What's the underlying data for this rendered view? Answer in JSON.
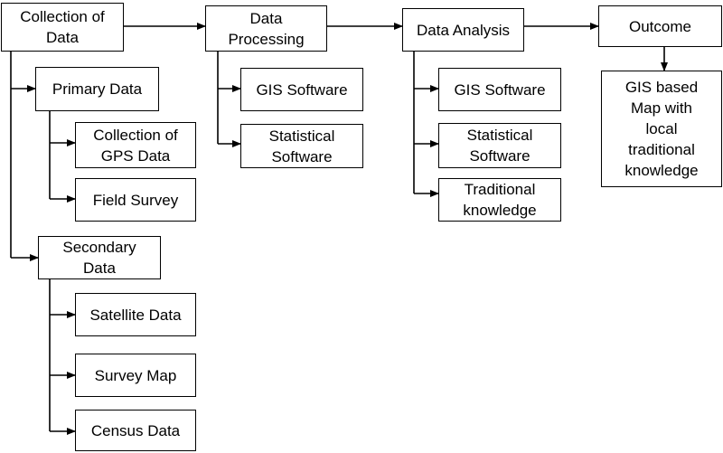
{
  "nodes": {
    "collection": "Collection of\nData",
    "primary": "Primary Data",
    "gps": "Collection of\nGPS Data",
    "field": "Field Survey",
    "secondary": "Secondary\nData",
    "satellite": "Satellite Data",
    "surveymap": "Survey Map",
    "census": "Census Data",
    "processing": "Data\nProcessing",
    "proc_gis": "GIS Software",
    "proc_stat": "Statistical\nSoftware",
    "analysis": "Data Analysis",
    "an_gis": "GIS Software",
    "an_stat": "Statistical\nSoftware",
    "an_trad": "Traditional\nknowledge",
    "outcome": "Outcome",
    "result": "GIS based\nMap with\nlocal\ntraditional\nknowledge"
  },
  "edges": [
    [
      "collection",
      "processing"
    ],
    [
      "processing",
      "analysis"
    ],
    [
      "analysis",
      "outcome"
    ],
    [
      "outcome",
      "result"
    ],
    [
      "collection",
      "primary"
    ],
    [
      "collection",
      "secondary"
    ],
    [
      "primary",
      "gps"
    ],
    [
      "primary",
      "field"
    ],
    [
      "secondary",
      "satellite"
    ],
    [
      "secondary",
      "surveymap"
    ],
    [
      "secondary",
      "census"
    ],
    [
      "processing",
      "proc_gis"
    ],
    [
      "processing",
      "proc_stat"
    ],
    [
      "analysis",
      "an_gis"
    ],
    [
      "analysis",
      "an_stat"
    ],
    [
      "analysis",
      "an_trad"
    ]
  ]
}
